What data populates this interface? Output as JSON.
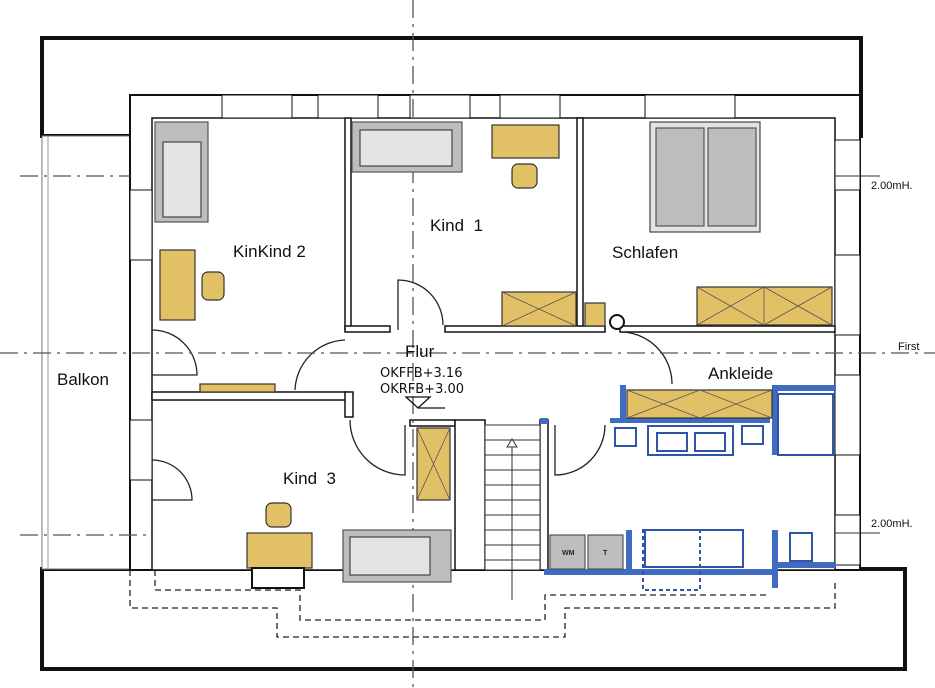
{
  "plan": {
    "rooms": {
      "kind2": "KinKind 2",
      "kind1": "Kind  1",
      "schlafen": "Schlafen",
      "flur": "Flur",
      "ankleide": "Ankleide",
      "kind3": "Kind  3",
      "balkon": "Balkon"
    },
    "levels": {
      "okffb": "OKFFB+3.16",
      "okrfb": "OKRFB+3.00"
    },
    "annotations": {
      "height_top": "2.00mH.",
      "height_bottom": "2.00mH.",
      "first": "First"
    },
    "appliances": {
      "washer": "WM",
      "dryer": "T"
    },
    "colors": {
      "furniture": "#e2c065",
      "new_walls": "#3f6cc0",
      "walls": "#111111"
    }
  }
}
